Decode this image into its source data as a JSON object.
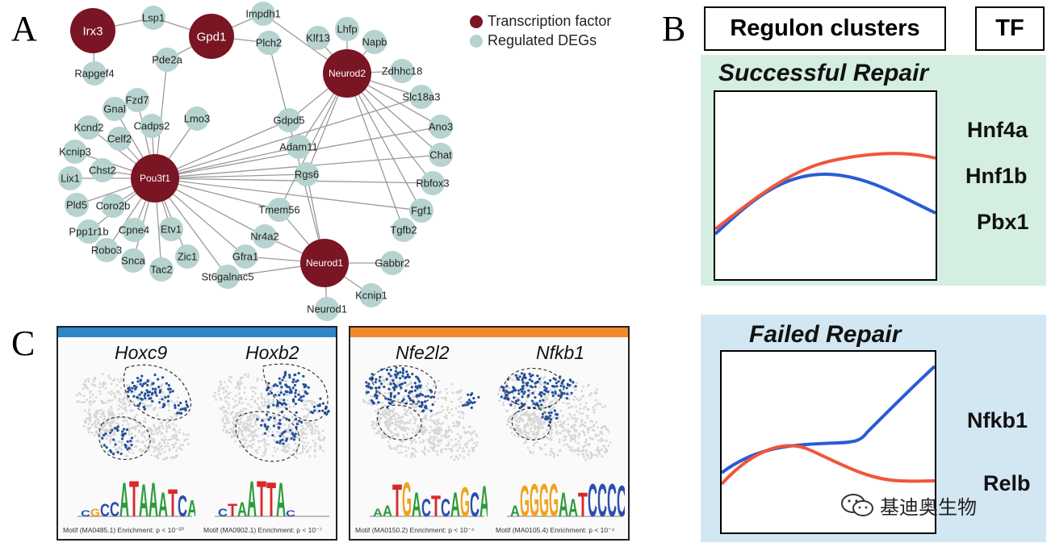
{
  "panels": {
    "a": "A",
    "b": "B",
    "c": "C"
  },
  "network": {
    "legend": {
      "tf_label": "Transcription factor",
      "deg_label": "Regulated DEGs",
      "tf_color": "#7a1523",
      "deg_color": "#b7d3cf"
    },
    "tf_nodes": [
      {
        "id": "irx3",
        "label": "Irx3"
      },
      {
        "id": "gpd1",
        "label": "Gpd1"
      },
      {
        "id": "neurod2",
        "label": "Neurod2"
      },
      {
        "id": "pou3f1",
        "label": "Pou3f1"
      },
      {
        "id": "neurod1",
        "label": "Neurod1"
      }
    ],
    "deg_nodes": [
      "Lsp1",
      "Rapgef4",
      "Impdh1",
      "Plch2",
      "Pde2a",
      "Klf13",
      "Lhfp",
      "Napb",
      "Zdhhc18",
      "Slc18a3",
      "Ano3",
      "Chat",
      "Rbfox3",
      "Fgf1",
      "Tgfb2",
      "Gdpd5",
      "Adam11",
      "Rgs6",
      "Lmo3",
      "Fzd7",
      "Gnal",
      "Cadps2",
      "Kcnd2",
      "Celf2",
      "Kcnip3",
      "Chst2",
      "Lix1",
      "Pld5",
      "Coro2b",
      "Ppp1r1b",
      "Cpne4",
      "Etv1",
      "Robo3",
      "Snca",
      "Tac2",
      "Zic1",
      "Tmem56",
      "Nr4a2",
      "Gfra1",
      "St6galnac5",
      "Gabbr2",
      "Kcnip1",
      "Neurod1"
    ]
  },
  "panel_b": {
    "header_regulon": "Regulon clusters",
    "header_tf": "TF",
    "successful": {
      "title": "Successful Repair",
      "bg_color": "#d5eee2",
      "tfs": [
        "Hnf4a",
        "Hnf1b",
        "Pbx1"
      ]
    },
    "failed": {
      "title": "Failed Repair",
      "bg_color": "#d3e7f3",
      "tfs": [
        "Nfkb1",
        "Relb"
      ]
    },
    "line_colors": {
      "blue": "#2a5bd7",
      "red": "#f0563a"
    }
  },
  "panel_c": {
    "left": {
      "bar_color": "#2e86c7",
      "genes": [
        "Hoxc9",
        "Hoxb2"
      ],
      "captions": [
        "Motif (MA0485.1) Enrichment: p < 10⁻²⁰",
        "Motif (MA0902.1) Enrichment: p < 10⁻⁷"
      ]
    },
    "right": {
      "bar_color": "#f08a2c",
      "genes": [
        "Nfe2l2",
        "Nfkb1"
      ],
      "captions": [
        "Motif (MA0150.2) Enrichment: p < 10⁻⁴",
        "Motif (MA0105.4) Enrichment: p < 10⁻⁴"
      ]
    },
    "logo_colors": {
      "A": "#2e9b3b",
      "C": "#2c4fb0",
      "G": "#f2a21b",
      "T": "#d62a2a"
    }
  },
  "watermark": "基迪奥生物"
}
